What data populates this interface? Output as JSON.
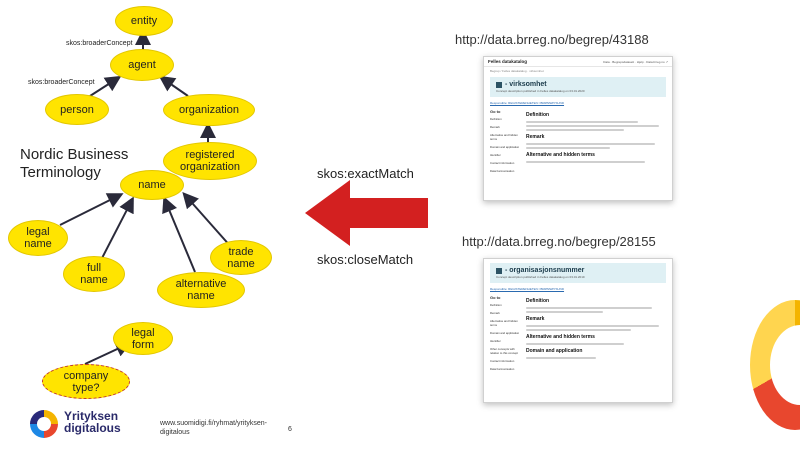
{
  "graph1": {
    "entity": "entity",
    "agent": "agent",
    "person": "person",
    "organization": "organization",
    "registered_organization": "registered\norganization",
    "label_broader_1": "skos:broaderConcept",
    "label_broader_2": "skos:broaderConcept"
  },
  "heading": "Nordic Business\nTerminology",
  "graph2": {
    "name": "name",
    "legal_name": "legal\nname",
    "full_name": "full\nname",
    "alternative_name": "alternative\nname",
    "trade_name": "trade\nname"
  },
  "graph3": {
    "legal_form": "legal\nform",
    "company_type": "company\ntype?"
  },
  "mapping": {
    "exact": "skos:exactMatch",
    "close": "skos:closeMatch",
    "arrow_color": "#d32020"
  },
  "shot1": {
    "url": "http://data.brreg.no/begrep/43188",
    "site": "Felles datakatalog",
    "nav_links": "Data · Begrepsdatasett · Hjelp · Data.brreg.no ↗",
    "breadcrumb": "Begrep / Felles datakatalog · virksomhet",
    "title": "- virksomhet",
    "subtitle": "Concept description published in Felles datakatalog on 03.01.2020",
    "responsible": "Responsible: REGISTERENHETEN I BRØNNØYSUND",
    "side_heading": "Go to",
    "side_items": [
      "Definition",
      "Remark",
      "Alternative and hidden terms",
      "Domain and application",
      "Identifier",
      "Contact information",
      "Data harmonisation"
    ],
    "sections": [
      "Definition",
      "Remark",
      "Alternative and hidden terms"
    ]
  },
  "shot2": {
    "url": "http://data.brreg.no/begrep/28155",
    "title": "- organisasjonsnummer",
    "subtitle": "Concept description published in Felles datakatalog on 03.01.2019",
    "responsible": "Responsible: REGISTERENHETEN I BRØNNØYSUND",
    "side_heading": "Go to",
    "side_items": [
      "Definition",
      "Remark",
      "Alternative and hidden terms",
      "Domain and application",
      "Identifier",
      "Other concepts with relation to this concept",
      "Contact information",
      "Data harmonisation"
    ],
    "sections": [
      "Definition",
      "Remark",
      "Alternative and hidden terms",
      "Domain and application"
    ]
  },
  "footer": {
    "brand": "Yrityksen\ndigitalous",
    "url": "www.suomidigi.fi/ryhmat/yrityksen-digitalous",
    "page": "6"
  },
  "colors": {
    "node_fill": "#ffe400",
    "dashed_border": "#c0392b"
  }
}
